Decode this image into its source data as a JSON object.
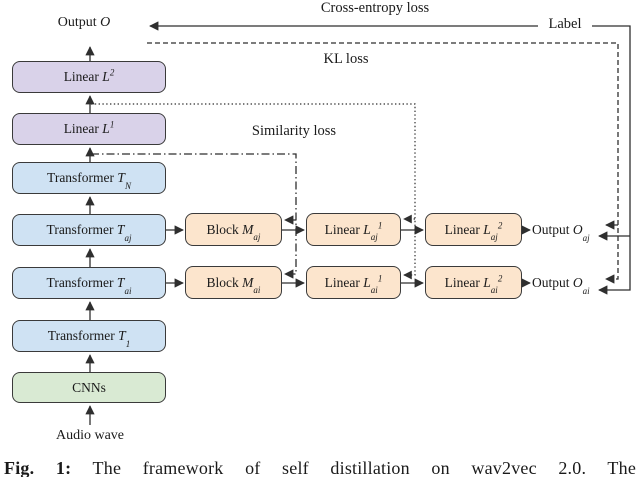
{
  "figure": {
    "loss_labels": {
      "cross_entropy": "Cross-entropy loss",
      "kl": "KL loss",
      "similarity": "Similarity loss",
      "label": "Label"
    },
    "io_labels": {
      "audio_wave": "Audio wave",
      "output_main": {
        "pre": "Output ",
        "var": "O"
      },
      "output_aj": {
        "pre": "Output ",
        "var": "O",
        "sub": "aj"
      },
      "output_ai": {
        "pre": "Output ",
        "var": "O",
        "sub": "ai"
      }
    },
    "boxes": {
      "linear_l2": {
        "pre": "Linear ",
        "var": "L",
        "sup": "2"
      },
      "linear_l1": {
        "pre": "Linear ",
        "var": "L",
        "sup": "1"
      },
      "transformer_tn": {
        "pre": "Transformer ",
        "var": "T",
        "sub": "N"
      },
      "transformer_taj": {
        "pre": "Transformer ",
        "var": "T",
        "sub": "aj"
      },
      "transformer_tai": {
        "pre": "Transformer ",
        "var": "T",
        "sub": "ai"
      },
      "transformer_t1": {
        "pre": "Transformer ",
        "var": "T",
        "sub": "1"
      },
      "cnns": {
        "pre": "CNNs"
      },
      "block_maj": {
        "pre": "Block ",
        "var": "M",
        "sub": "aj"
      },
      "block_mai": {
        "pre": "Block ",
        "var": "M",
        "sub": "ai"
      },
      "linear_laj1": {
        "pre": "Linear ",
        "var": "L",
        "sub": "aj",
        "sup": "1"
      },
      "linear_lai1": {
        "pre": "Linear ",
        "var": "L",
        "sub": "ai",
        "sup": "1"
      },
      "linear_laj2": {
        "pre": "Linear ",
        "var": "L",
        "sub": "aj",
        "sup": "2"
      },
      "linear_lai2": {
        "pre": "Linear ",
        "var": "L",
        "sub": "ai",
        "sup": "2"
      }
    },
    "colors": {
      "linear_main": "#d9d2e9",
      "transformer": "#cfe2f3",
      "cnn": "#d9ead3",
      "branch": "#fce5cd",
      "line": "#2f2f2f"
    }
  },
  "caption": {
    "tag": "Fig. 1:",
    "text": "The framework of self distillation on wav2vec 2.0.  The"
  }
}
